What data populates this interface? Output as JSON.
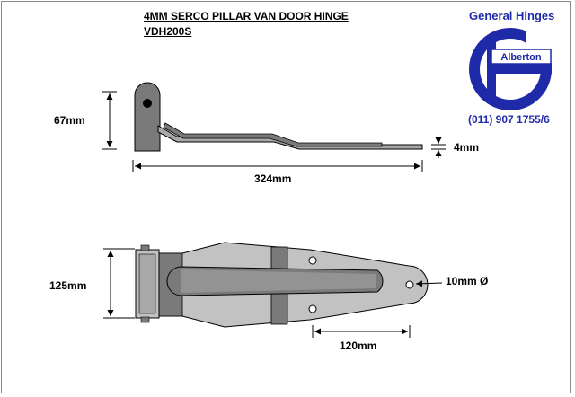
{
  "title_line1": "4MM SERCO PILLAR VAN DOOR HINGE",
  "title_line2": "VDH200S",
  "company": {
    "name": "General Hinges",
    "location": "Alberton",
    "phone": "(011) 907 1755/6",
    "brand_color": "#1f2aa8"
  },
  "dimensions": {
    "height": "67mm",
    "length": "324mm",
    "thickness": "4mm",
    "width": "125mm",
    "hole": "10mm Ø",
    "hole_spacing": "120mm"
  },
  "colors": {
    "part_dark": "#7a7a7a",
    "part_light": "#c2c2c2",
    "part_mid": "#a8a8a8"
  }
}
